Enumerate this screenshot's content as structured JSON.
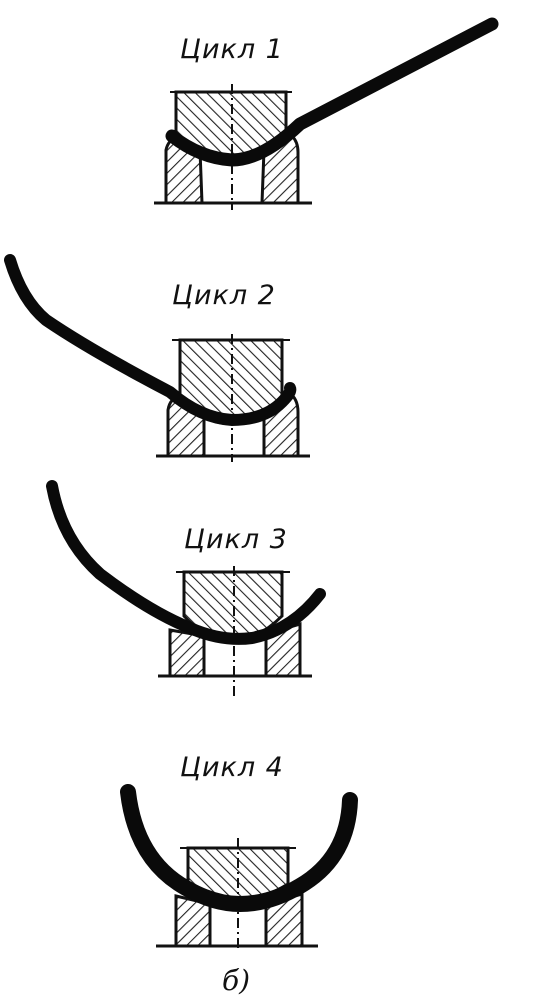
{
  "cycles": [
    {
      "label": "Цикл 1"
    },
    {
      "label": "Цикл 2"
    },
    {
      "label": "Цикл 3"
    },
    {
      "label": "Цикл 4"
    }
  ],
  "caption": "б)",
  "colors": {
    "ink": "#111111",
    "background": "#ffffff"
  }
}
